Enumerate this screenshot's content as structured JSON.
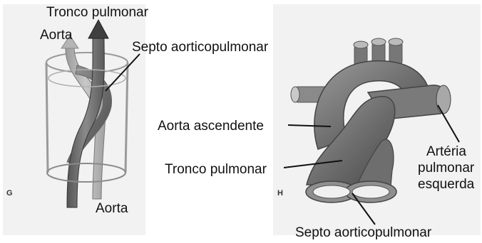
{
  "panels": {
    "g": {
      "letter": "G",
      "labels": {
        "tronco_pulmonar": "Tronco pulmonar",
        "aorta_top": "Aorta",
        "septo": "Septo aorticopulmonar",
        "aorta_bottom": "Aorta"
      }
    },
    "h": {
      "letter": "H",
      "labels": {
        "aorta_ascendente": "Aorta ascendente",
        "tronco_pulmonar": "Tronco pulmonar",
        "arteria_line1": "Artéria",
        "arteria_line2": "pulmonar",
        "arteria_line3": "esquerda",
        "septo": "Septo aorticopulmonar"
      }
    }
  }
}
